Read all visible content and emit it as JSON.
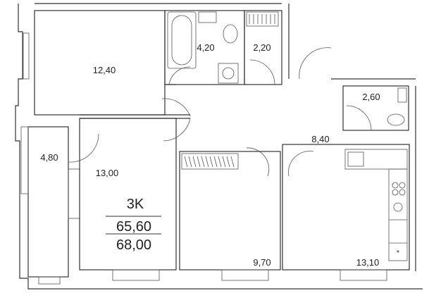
{
  "apartment": {
    "type": "3K",
    "living_area": "65,60",
    "total_area": "68,00"
  },
  "rooms": {
    "room_a": "12,40",
    "bathroom": "4,20",
    "storage": "2,20",
    "wc": "2,60",
    "hallway": "8,40",
    "balcony": "4,80",
    "room_b": "13,00",
    "room_c": "9,70",
    "kitchen": "13,10"
  }
}
